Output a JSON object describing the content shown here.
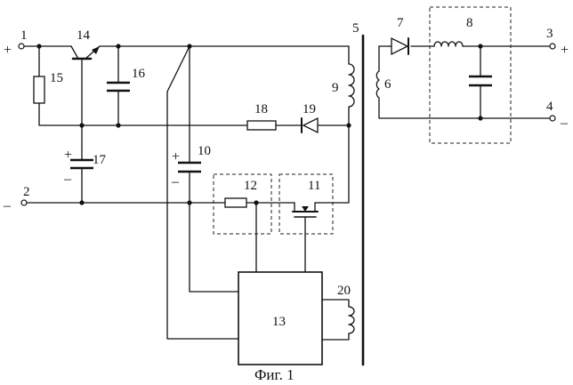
{
  "caption": "Фиг. 1",
  "labels": {
    "l1": "1",
    "l2": "2",
    "l3": "3",
    "l4": "4",
    "l5": "5",
    "l6": "6",
    "l7": "7",
    "l8": "8",
    "l9": "9",
    "l10": "10",
    "l11": "11",
    "l12": "12",
    "l13": "13",
    "l14": "14",
    "l15": "15",
    "l16": "16",
    "l17": "17",
    "l18": "18",
    "l19": "19",
    "l20": "20"
  },
  "signs": {
    "in_plus": "+",
    "in_minus": "–",
    "out_plus": "+",
    "out_minus": "–",
    "c17_plus": "+",
    "c17_minus": "–",
    "c10_plus": "+",
    "c10_minus": "–"
  }
}
